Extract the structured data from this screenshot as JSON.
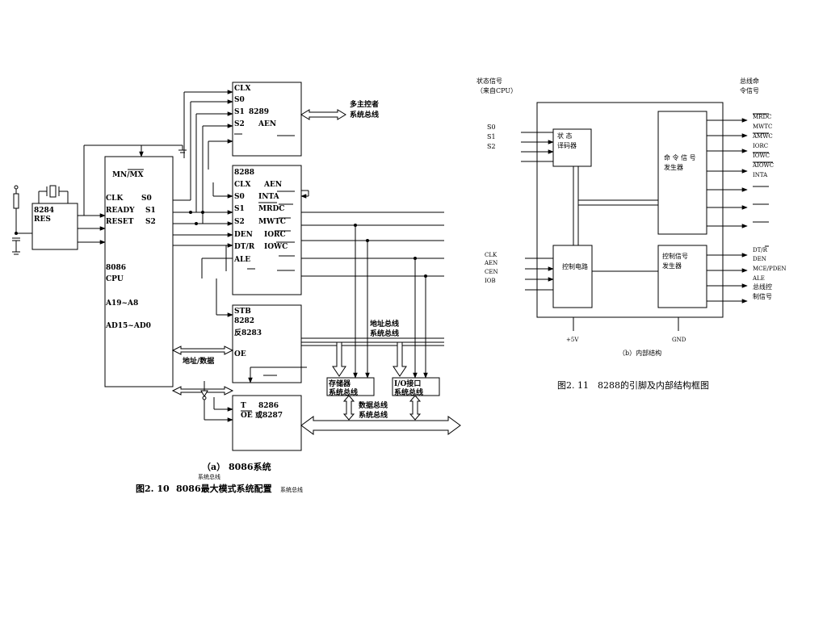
{
  "fig210": {
    "c8289": {
      "clx": "CLX",
      "s0": "S0",
      "s1": "S1",
      "name": "8289",
      "s2": "S2",
      "aen": "AEN"
    },
    "multi_bus": [
      "多主控者",
      "系统总线"
    ],
    "c8284": {
      "name": "8284",
      "res": "RES"
    },
    "c8086": {
      "mnmx": "MN/MX",
      "clk": "CLK",
      "s0": "S0",
      "ready": "READY",
      "s1": "S1",
      "reset": "RESET",
      "s2": "S2",
      "name": "8086",
      "cpu": "CPU",
      "addr": "A19~A8",
      "ad": "AD15~AD0"
    },
    "c8288": {
      "name": "8288",
      "clx": "CLX",
      "aen": "AEN",
      "s0": "S0",
      "inta": "INTA",
      "s1": "S1",
      "mrdc": "MRDC",
      "s2": "S2",
      "mwtc": "MWTC",
      "den": "DEN",
      "iorc": "IORC",
      "dtr": "DT/R",
      "iowc": "IOWC",
      "ale": "ALE"
    },
    "c8282": {
      "stb": "STB",
      "name": "8282",
      "alt": "反8283",
      "oe": "OE"
    },
    "addr_data": "地址/数据",
    "addr_bus": [
      "地址总线",
      "系统总线"
    ],
    "mem": [
      "存储器",
      "系统总线"
    ],
    "io": [
      "I/O接口",
      "系统总线"
    ],
    "data_bus": [
      "数据总线",
      "系统总线"
    ],
    "c8286": {
      "t": "T",
      "name": "8286",
      "oe": "OE",
      "alt": "或8287"
    },
    "sub_caption": "（a） 8086系统",
    "small_label": "系统总线",
    "caption_num": "图2. 10",
    "caption": "8086最大模式系统配置",
    "caption_tail": "系统总线"
  },
  "fig211": {
    "status_in": [
      "状态信号",
      "（来自CPU）"
    ],
    "cmd_out": [
      "总线命",
      "令信号"
    ],
    "status_pins": [
      "S0",
      "S1",
      "S2"
    ],
    "decoder": [
      "状 态",
      "译码器"
    ],
    "cmd_gen": [
      "命 令 信 号",
      "发生器"
    ],
    "cmd_outputs": [
      "MRDC",
      "MWTC",
      "AMWC",
      "IORC",
      "IOWC",
      "AIOWC",
      "INTA"
    ],
    "ctrl_pins": [
      "CLK",
      "AEN",
      "CEN",
      "IOB"
    ],
    "ctrl_circuit": "控制电路",
    "ctrl_gen": [
      "控制信号",
      "发生器"
    ],
    "ctrl_outputs": [
      "DT/R",
      "DEN",
      "MCE/PDEN",
      "ALE",
      "总线控",
      "制信号"
    ],
    "vcc": "+5V",
    "gnd": "GND",
    "sub_caption": "（b）内部结构",
    "caption_num": "图2. 11",
    "caption": "8288的引脚及内部结构框图"
  }
}
